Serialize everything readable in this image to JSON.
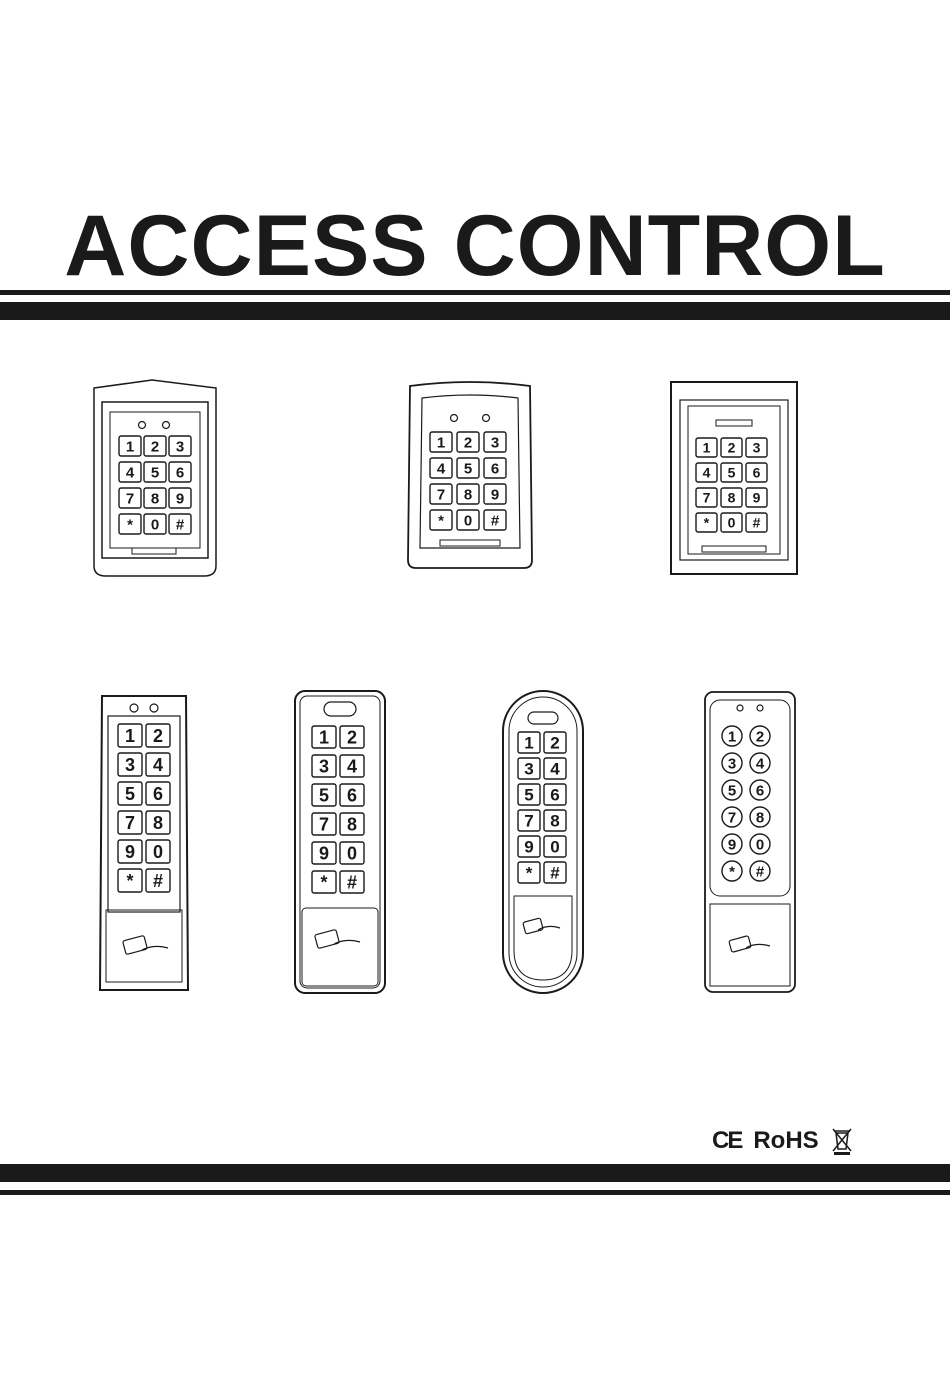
{
  "title": "ACCESS CONTROL",
  "keys": [
    "1",
    "2",
    "3",
    "4",
    "5",
    "6",
    "7",
    "8",
    "9",
    "*",
    "0",
    "#"
  ],
  "keys_two_col": [
    "1",
    "2",
    "3",
    "4",
    "5",
    "6",
    "7",
    "8",
    "9",
    "0",
    "*",
    "#"
  ],
  "certifications": {
    "ce": "CE",
    "rohs": "RoHS"
  },
  "icons": {
    "devices": [
      "keypad-reader-icon"
    ],
    "weee": "crossed-bin-icon",
    "card": "hand-card-icon"
  },
  "colors": {
    "ink": "#1a1a1a",
    "paper": "#ffffff"
  }
}
